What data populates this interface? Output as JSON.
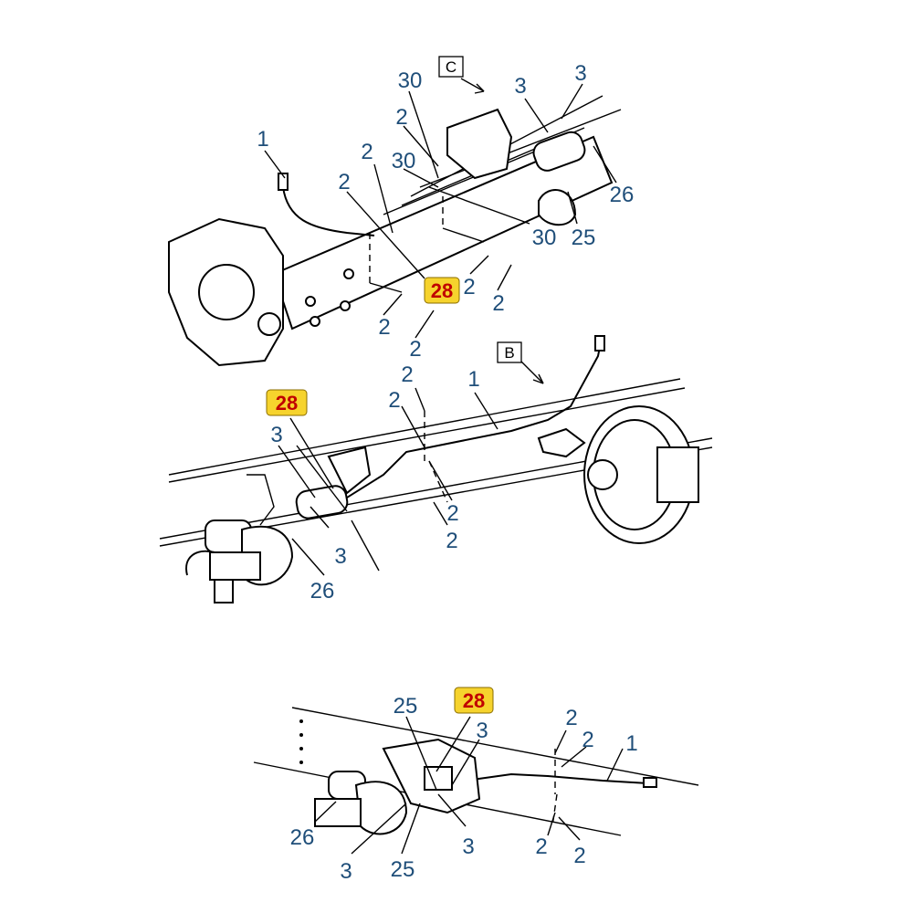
{
  "view_labels": {
    "c": "C",
    "b": "B"
  },
  "callouts": {
    "n1": "1",
    "n2": "2",
    "n3": "3",
    "n25": "25",
    "n26": "26",
    "n28": "28",
    "n30": "30"
  },
  "colors": {
    "callout_text": "#1f4e79",
    "highlight_fill": "#f6d32d",
    "highlight_text": "#c00000"
  }
}
